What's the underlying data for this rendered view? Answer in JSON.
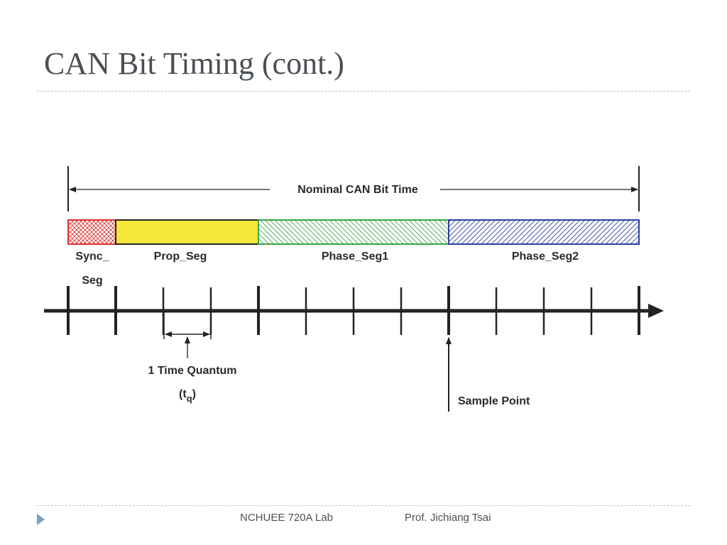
{
  "title": "CAN Bit Timing (cont.)",
  "footer": {
    "lab": "NCHUEE 720A Lab",
    "professor": "Prof. Jichiang Tsai"
  },
  "diagram": {
    "bit_time_label": "Nominal CAN Bit Time",
    "segments": [
      {
        "id": "sync",
        "label_line1": "Sync_",
        "label_line2": "Seg",
        "quanta": 1,
        "fill": "crosshatch",
        "color": "#e03030"
      },
      {
        "id": "prop",
        "label": "Prop_Seg",
        "quanta": 3,
        "fill": "solid",
        "color": "#f5e63a"
      },
      {
        "id": "phase1",
        "label": "Phase_Seg1",
        "quanta": 4,
        "fill": "hatch-left",
        "color": "#3aa648"
      },
      {
        "id": "phase2",
        "label": "Phase_Seg2",
        "quanta": 4,
        "fill": "hatch-right",
        "color": "#2c3f9e"
      }
    ],
    "time_quantum_label": "1 Time Quantum",
    "tq_symbol": "(t",
    "tq_subscript": "q",
    "tq_close": ")",
    "sample_point_label": "Sample Point"
  }
}
